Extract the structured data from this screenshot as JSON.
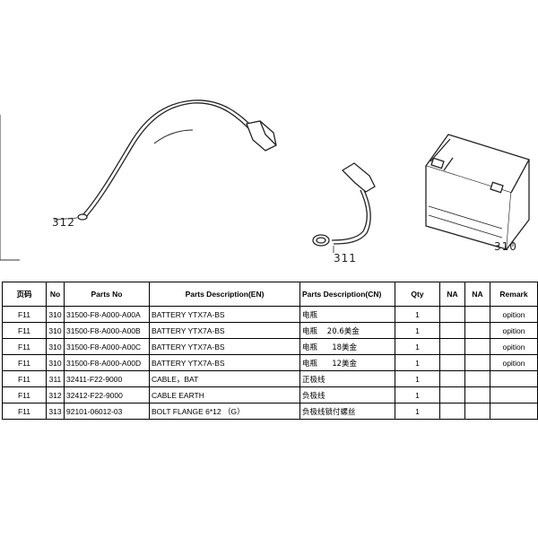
{
  "diagram": {
    "callouts": [
      {
        "id": "312",
        "label": "312"
      },
      {
        "id": "311",
        "label": "311"
      },
      {
        "id": "310",
        "label": "310"
      }
    ]
  },
  "table": {
    "headers": [
      "页码",
      "No",
      "Parts No",
      "Parts Description(EN)",
      "Parts Description(CN)",
      "Qty",
      "NA",
      "NA",
      "Remark"
    ],
    "rows": [
      {
        "page": "F11",
        "no": "310",
        "parts_no": "31500-F8-A000-A00A",
        "desc_en": "BATTERY YTX7A-BS",
        "desc_cn": "电瓶",
        "qty": "1",
        "na1": "",
        "na2": "",
        "remark": "opition"
      },
      {
        "page": "F11",
        "no": "310",
        "parts_no": "31500-F8-A000-A00B",
        "desc_en": "BATTERY YTX7A-BS",
        "desc_cn": "电瓶    20.6美金",
        "qty": "1",
        "na1": "",
        "na2": "",
        "remark": "opition"
      },
      {
        "page": "F11",
        "no": "310",
        "parts_no": "31500-F8-A000-A00C",
        "desc_en": "BATTERY YTX7A-BS",
        "desc_cn": "电瓶      18美金",
        "qty": "1",
        "na1": "",
        "na2": "",
        "remark": "opition"
      },
      {
        "page": "F11",
        "no": "310",
        "parts_no": "31500-F8-A000-A00D",
        "desc_en": "BATTERY YTX7A-BS",
        "desc_cn": "电瓶      12美金",
        "qty": "1",
        "na1": "",
        "na2": "",
        "remark": "opition"
      },
      {
        "page": "F11",
        "no": "311",
        "parts_no": "32411-F22-9000",
        "desc_en": "CABLE，BAT",
        "desc_cn": "正极线",
        "qty": "1",
        "na1": "",
        "na2": "",
        "remark": ""
      },
      {
        "page": "F11",
        "no": "312",
        "parts_no": "32412-F22-9000",
        "desc_en": "CABLE EARTH",
        "desc_cn": "负极线",
        "qty": "1",
        "na1": "",
        "na2": "",
        "remark": ""
      },
      {
        "page": "F11",
        "no": "313",
        "parts_no": "92101-06012-03",
        "desc_en": "BOLT FLANGE 6*12  （G）",
        "desc_cn": "负极线锁付螺丝",
        "qty": "1",
        "na1": "",
        "na2": "",
        "remark": ""
      }
    ]
  }
}
